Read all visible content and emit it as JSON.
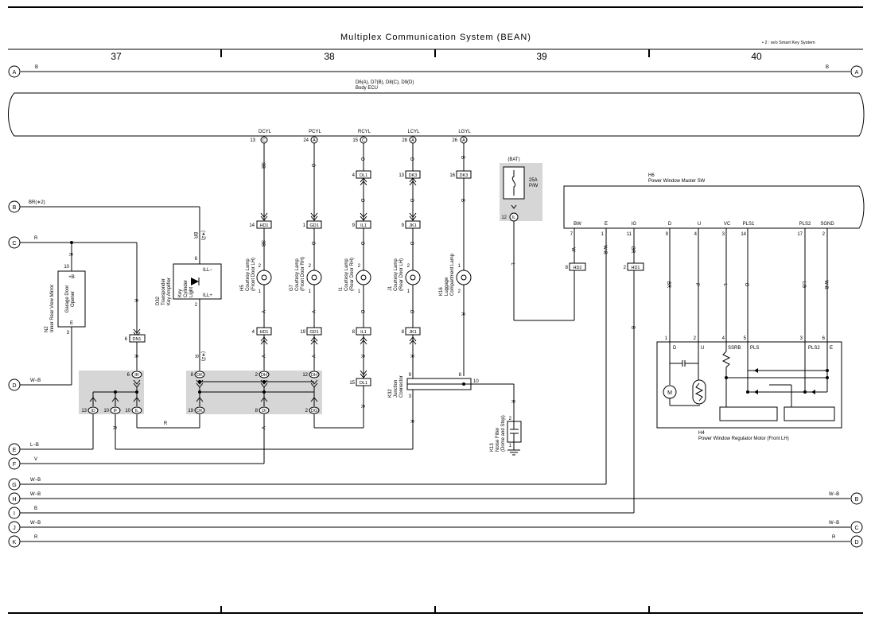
{
  "title": "Multiplex Communication System (BEAN)",
  "note": "• 2 : w/o Smart Key System",
  "columns": [
    "37",
    "38",
    "39",
    "40"
  ],
  "ecu": {
    "codes": "D6(A), D7(B), D8(C), D9(D)",
    "name": "Body ECU"
  },
  "ecu_pins": [
    {
      "name": "DCYL",
      "num": "13",
      "conn": "C",
      "wire": "SB"
    },
    {
      "name": "PCYL",
      "num": "24",
      "conn": "A",
      "wire": "O"
    },
    {
      "name": "RCYL",
      "num": "15",
      "conn": "C",
      "wire": "O"
    },
    {
      "name": "LCYL",
      "num": "28",
      "conn": "A",
      "wire": "O"
    },
    {
      "name": "LGYL",
      "num": "26",
      "conn": "A",
      "wire": "B"
    }
  ],
  "lamps": [
    {
      "id": "H5",
      "label": "Courtesy Lamp\n(Front Door LH)",
      "top_num": "14",
      "top_conn": "HD1",
      "bot_num": "4",
      "bot_conn": "HD1",
      "out_wire": "V"
    },
    {
      "id": "G7",
      "label": "Courtesy Lamp\n(Front Door RH)",
      "top_num": "1",
      "top_conn": "GD1",
      "bot_num": "19",
      "bot_conn": "GD1",
      "out_wire": "V"
    },
    {
      "id": "I1",
      "label": "Courtesy Lamp\n(Rear Door RH)",
      "top_num": "9",
      "top_conn": "IL1",
      "bot_num": "8",
      "bot_conn": "IL1",
      "out_wire": "R"
    },
    {
      "id": "J1",
      "label": "Courtesy Lamp\n(Rear Door LH)",
      "top_num": "9",
      "top_conn": "JK1",
      "bot_num": "8",
      "bot_conn": "JK1",
      "out_wire": "R"
    },
    {
      "id": "K16",
      "label": "Luggage\nCompartment Lamp",
      "top_num": "",
      "top_conn": "",
      "bot_num": "",
      "bot_conn": "",
      "out_wire": "R"
    }
  ],
  "upper_connectors": [
    {
      "num": "4",
      "conn": "DL1"
    },
    {
      "num": "13",
      "conn": "DK3"
    },
    {
      "num": "16",
      "conn": "DK3"
    }
  ],
  "lower_connectors": {
    "num": "15",
    "conn": "DL1"
  },
  "fuse": {
    "source": "(BAT)",
    "rating": "25A",
    "name": "P/W",
    "pin": "12",
    "conn": "IL",
    "wire": "L"
  },
  "master_sw": {
    "id": "H6",
    "name": "Power Window Master SW",
    "pins": [
      {
        "name": "BW",
        "num": "7",
        "wire": "W"
      },
      {
        "name": "E",
        "num": "1",
        "wire": "W-B"
      },
      {
        "name": "IG",
        "num": "11",
        "wire": "GR"
      },
      {
        "name": "D",
        "num": "9",
        "wire": "BR"
      },
      {
        "name": "U",
        "num": "4",
        "wire": "P"
      },
      {
        "name": "VC",
        "num": "3",
        "wire": "L"
      },
      {
        "name": "PLS1",
        "num": "14",
        "wire": "O"
      },
      {
        "name": "PLS2",
        "num": "17",
        "wire": "LG"
      },
      {
        "name": "SGND",
        "num": "2",
        "wire": "W-B"
      }
    ],
    "hd2": {
      "num": "8",
      "conn": "HD2"
    },
    "hd1": {
      "num": "2",
      "conn": "HD1"
    },
    "ig_below_wire": "B"
  },
  "motor": {
    "id": "H4",
    "name": "Power Window Regulator Motor (Front LH)",
    "pins": [
      {
        "num": "1",
        "name": "D"
      },
      {
        "num": "2",
        "name": "U"
      },
      {
        "num": "4",
        "name": "SSRB"
      },
      {
        "num": "5",
        "name": "PLS"
      },
      {
        "num": "3",
        "name": "PLS2"
      },
      {
        "num": "6",
        "name": "E"
      }
    ],
    "motor_symbol": "M"
  },
  "mirror": {
    "id": "N2",
    "name": "Inner Rear View Mirror",
    "sub": "Garage Door\nOpener",
    "pin_top": "10",
    "pin_top_label": "+B",
    "pin_bot": "3",
    "pin_bot_label": "E",
    "in_wire": "R"
  },
  "transponder": {
    "id": "D32",
    "name": "Transponder\nKey Amplifier",
    "sub": "Key\nCylinder\nLight",
    "pin_top": "6",
    "pin_bot": "2",
    "ill_neg": "ILL−",
    "ill_pos": "ILL+",
    "wire": "BR",
    "wire_note": "(∗2)"
  },
  "dn1": {
    "num": "6",
    "conn": "DN1",
    "wire": "R"
  },
  "junction_left": {
    "top": {
      "num": "6",
      "conn": "IR"
    },
    "bottom": [
      {
        "num": "13",
        "conn": "ID"
      },
      {
        "num": "10",
        "conn": "IF"
      },
      {
        "num": "10",
        "conn": "IL"
      }
    ]
  },
  "junction_mid": {
    "top": [
      {
        "num": "8",
        "conn": "DK"
      },
      {
        "num": "2",
        "conn": "DH"
      },
      {
        "num": "12",
        "conn": "DH"
      }
    ],
    "bottom": [
      {
        "num": "19",
        "conn": "DK"
      },
      {
        "num": "8",
        "conn": "DI"
      },
      {
        "num": "2",
        "conn": "DG"
      }
    ],
    "wire_note": "(∗2)"
  },
  "j2": {
    "id": "K32",
    "name": "Junction\nConnector",
    "pins": [
      "9",
      "8",
      "3",
      "10"
    ]
  },
  "noise_filter": {
    "id": "K13",
    "name": "Noise Filter\n(Dome and Stop)",
    "pins": [
      "2",
      "1"
    ]
  },
  "left_refs": [
    {
      "ref": "A",
      "wire": "B"
    },
    {
      "ref": "B",
      "wire": "BR(∗2)"
    },
    {
      "ref": "C",
      "wire": "R"
    },
    {
      "ref": "D",
      "wire": "W−B"
    },
    {
      "ref": "E",
      "wire": "L−B"
    },
    {
      "ref": "F",
      "wire": "V"
    },
    {
      "ref": "G",
      "wire": "W−B"
    },
    {
      "ref": "H",
      "wire": "W−B"
    },
    {
      "ref": "I",
      "wire": "B"
    },
    {
      "ref": "J",
      "wire": "W−B"
    },
    {
      "ref": "K",
      "wire": "R"
    }
  ],
  "right_refs": [
    {
      "ref": "A",
      "wire": "B"
    },
    {
      "ref": "B",
      "wire": "W−B"
    },
    {
      "ref": "C",
      "wire": "W−B"
    },
    {
      "ref": "D",
      "wire": "R"
    }
  ],
  "misc_wires": {
    "r": "R",
    "b": "B",
    "v": "V",
    "br": "BR",
    "l": "L"
  }
}
